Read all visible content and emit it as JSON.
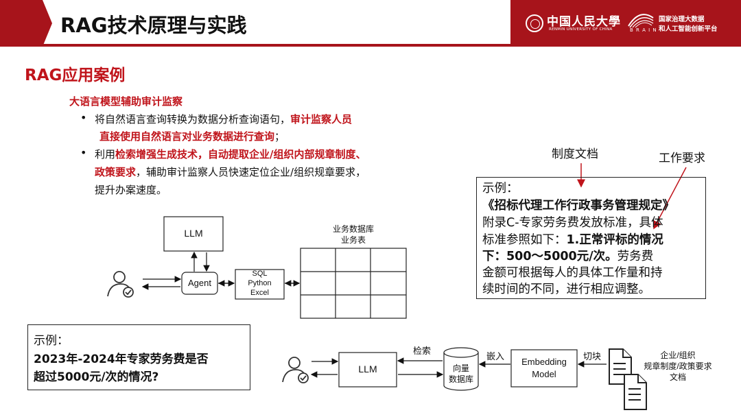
{
  "header": {
    "title": "RAG技术原理与实践",
    "university_name": "中国人民大學",
    "university_en": "RENMIN UNIVERSITY OF CHINA",
    "brain_logo": "B R A I N",
    "lab_line1": "国家治理大数据",
    "lab_line2": "和人工智能创新平台"
  },
  "section_title": "RAG应用案例",
  "case": {
    "heading": "大语言模型辅助审计监察",
    "bullet1": {
      "line1_normal": "将自然语言查询转换为数据分析查询语句，",
      "line1_red": "审计监察人员",
      "line2_red": "直接使用自然语言对业务数据进行查询",
      "line2_normal": "；"
    },
    "bullet2": {
      "line1_normal": "利用",
      "line1_red": "检索增强生成技术，自动提取企业/组织内部规章制度、",
      "line2_red": "政策要求",
      "line2_normal": "，辅助审计监察人员快速定位企业/组织规章要求，",
      "line3_normal": "提升办案速度。"
    }
  },
  "diagram_top": {
    "llm": "LLM",
    "agent": "Agent",
    "tools_line1": "SQL",
    "tools_line2": "Python",
    "tools_line3": "Excel",
    "db_label_line1": "业务数据库",
    "db_label_line2": "业务表",
    "user_icon": "user-check-icon"
  },
  "example_right": {
    "label_doc": "制度文档",
    "label_req": "工作要求",
    "line1": "示例：",
    "line2": "《招标代理工作行政事务管理规定》",
    "line3": "附录C-专家劳务费发放标准，具体",
    "line4_normal": "标准参照如下：",
    "line4_bold": "1.正常评标的情况",
    "line5_bold": "下：500～5000元/次。",
    "line5_normal": "劳务费",
    "line6": "金额可根据每人的具体工作量和持",
    "line7": "续时间的不同，进行相应调整。"
  },
  "example_left": {
    "line1": "示例：",
    "line2": "2023年-2024年专家劳务费是否",
    "line3": "超过5000元/次的情况?"
  },
  "diagram_bottom": {
    "llm": "LLM",
    "retrieve": "检索",
    "vector_db_line1": "向量",
    "vector_db_line2": "数据库",
    "embed": "嵌入",
    "embedding_line1": "Embedding",
    "embedding_line2": "Model",
    "chunk": "切块",
    "docs_line1": "企业/组织",
    "docs_line2": "规章制度/政策要求",
    "docs_line3": "文档",
    "user_icon": "user-check-icon",
    "doc_icon": "document-icon"
  },
  "colors": {
    "brand_red": "#a7141b",
    "text_red": "#c0141b"
  }
}
